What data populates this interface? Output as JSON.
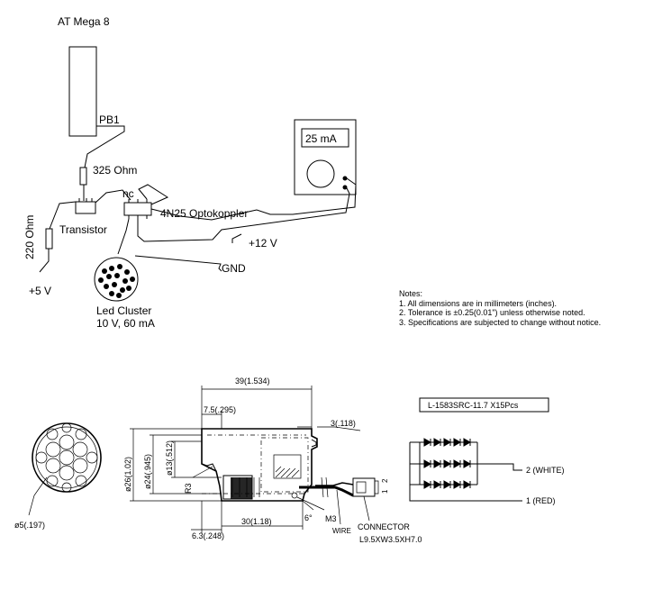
{
  "schematic": {
    "mcu_label": "AT Mega 8",
    "pin_label": "PB1",
    "r1_label": "325 Ohm",
    "transistor_label": "Transistor",
    "r2_label": "220 Ohm",
    "vcc5_label": "+5 V",
    "nc_label": "nc",
    "opto_label": "4N25 Optokoppler",
    "meter_reading": "25 mA",
    "vcc12_label": "+12 V",
    "gnd_label": "GND",
    "cluster_label": "Led Cluster",
    "cluster_rating": "10 V, 60 mA"
  },
  "notes": {
    "title": "Notes:",
    "items": [
      "1. All dimensions are in millimeters (inches).",
      "2. Tolerance is ±0.25(0.01\") unless otherwise noted.",
      "3. Specifications are subjected to change without notice."
    ]
  },
  "drawing": {
    "dim_length": "39(1.534)",
    "dim_front": "7.5(.295)",
    "dim_tab": "3(.118)",
    "dim_dia26": "ø26(1.02)",
    "dim_dia24": "ø24(.945)",
    "dim_dia13": "ø13(.512)",
    "dim_r3": "R3",
    "dim_63": "6.3(.248)",
    "dim_30": "30(1.18)",
    "dim_angle": "6°",
    "dim_m3": "M3",
    "wire_label": "WIRE",
    "connector_label": "CONNECTOR",
    "connector_size": "L9.5XW3.5XH7.0",
    "conn_pin_1": "1",
    "conn_pin_2": "2",
    "led_dia": "ø5(.197)",
    "part_number": "L-1583SRC-11.7  X15Pcs",
    "wire2": "2  (WHITE)",
    "wire1": "1  (RED)"
  }
}
